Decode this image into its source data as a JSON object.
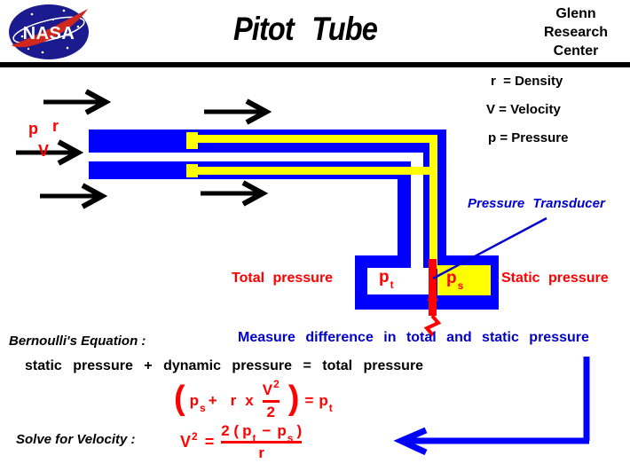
{
  "header": {
    "title": "Pitot Tube",
    "org_lines": [
      "Glenn",
      "Research",
      "Center"
    ],
    "logo_text": "NASA"
  },
  "legend": [
    {
      "text": "r  = Density"
    },
    {
      "text": "V = Velocity"
    },
    {
      "text": "p = Pressure"
    }
  ],
  "flow": {
    "p": "p",
    "r": "r",
    "v": "V"
  },
  "apparatus": {
    "total_label": "Total pressure",
    "static_label": "Static pressure",
    "transducer_label": "Pressure Transducer",
    "pt": {
      "base": "p",
      "sub": "t"
    },
    "ps": {
      "base": "p",
      "sub": "s"
    }
  },
  "notes": {
    "measure": "Measure difference in total and static pressure",
    "bernoulli": "Bernoulli's Equation :",
    "word_equation": "static pressure  +  dynamic pressure  =  total pressure",
    "solve": "Solve for Velocity :"
  },
  "eq_bernoulli": {
    "open": "(",
    "p": "p",
    "p_sub": "s",
    "plus": "+",
    "rho": "r",
    "times": "x",
    "num_base": "V",
    "num_exp": "2",
    "den": "2",
    "close": ")",
    "equals": "=",
    "pt": "p",
    "pt_sub": "t"
  },
  "eq_velocity": {
    "lhs": "V",
    "lhs_exp": "2",
    "equals": "=",
    "num_pre": "2 (",
    "pt": "p",
    "pt_sub": "t",
    "minus": "−",
    "ps": "p",
    "ps_sub": "s",
    "num_post": ")",
    "den": "r"
  },
  "colors": {
    "tube_blue": "#0000ff",
    "channel_yellow": "#ffff00",
    "accent_red": "#ff0000",
    "text_blue": "#0000cc",
    "nasa_blue": "#1b1b8f",
    "nasa_red": "#d0281e"
  }
}
